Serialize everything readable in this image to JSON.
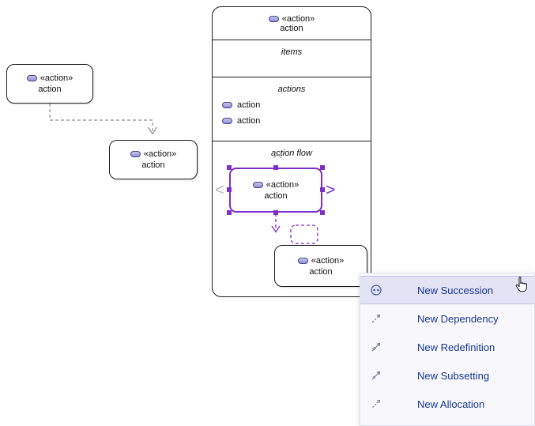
{
  "node_a": {
    "stereotype": "«action»",
    "name": "action"
  },
  "node_b": {
    "stereotype": "«action»",
    "name": "action"
  },
  "container": {
    "stereotype": "«action»",
    "name": "action",
    "items_label": "items",
    "actions_label": "actions",
    "flow_label": "action flow",
    "action_list": [
      {
        "name": "action"
      },
      {
        "name": "action"
      }
    ]
  },
  "selected_node": {
    "stereotype": "«action»",
    "name": "action"
  },
  "flow_node": {
    "stereotype": "«action»",
    "name": "action"
  },
  "menu": {
    "items": [
      {
        "label": "New Succession",
        "icon": "succession-icon",
        "highlighted": true
      },
      {
        "label": "New Dependency",
        "icon": "dependency-icon",
        "highlighted": false
      },
      {
        "label": "New Redefinition",
        "icon": "redefinition-icon",
        "highlighted": false
      },
      {
        "label": "New Subsetting",
        "icon": "subsetting-icon",
        "highlighted": false
      },
      {
        "label": "New Allocation",
        "icon": "allocation-icon",
        "highlighted": false
      }
    ]
  },
  "colors": {
    "selection": "#7d2fc9",
    "action_icon": "#9a9ad8",
    "menu_text": "#18368f",
    "menu_highlight": "#e3e3f5",
    "connector_gray": "#8c8c8c",
    "node_border": "#1f1f1f"
  }
}
